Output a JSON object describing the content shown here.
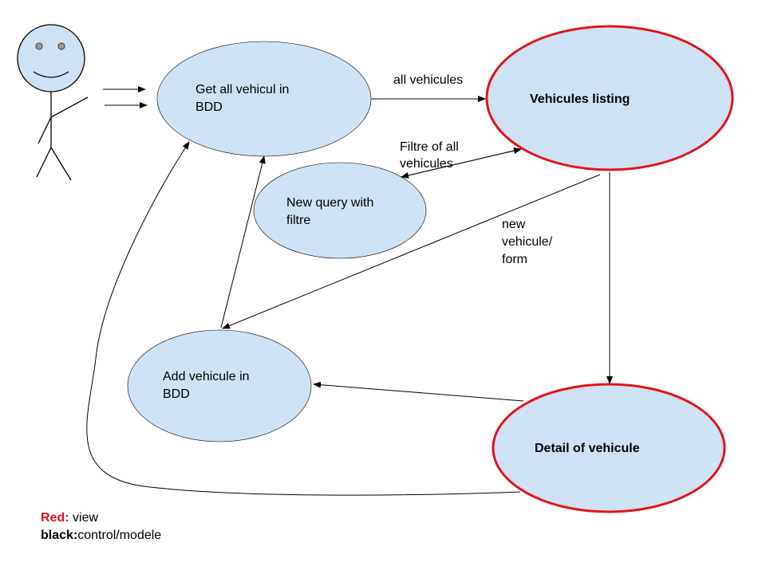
{
  "nodes": {
    "get_all": {
      "line1": "Get all vehicul in",
      "line2": "BDD"
    },
    "listing": {
      "label": "Vehicules listing"
    },
    "query": {
      "line1": "New query with",
      "line2": "filtre"
    },
    "add": {
      "line1": "Add vehicule in",
      "line2": "BDD"
    },
    "detail": {
      "label": "Detail of vehicule"
    }
  },
  "edges": {
    "all_vehicules": "all vehicules",
    "filtre_line1": "Filtre of all",
    "filtre_line2": "vehicules",
    "new_vehicule_line1": "new",
    "new_vehicule_line2": "vehicule/",
    "new_vehicule_line3": "form"
  },
  "legend": {
    "red_key": "Red:",
    "red_value": " view",
    "black_key": "black:",
    "black_value": "control/modele"
  },
  "colors": {
    "node_fill": "#cfe2f3",
    "view_border": "#e0141d",
    "edge": "#000000",
    "legend_red": "#e0141d"
  }
}
